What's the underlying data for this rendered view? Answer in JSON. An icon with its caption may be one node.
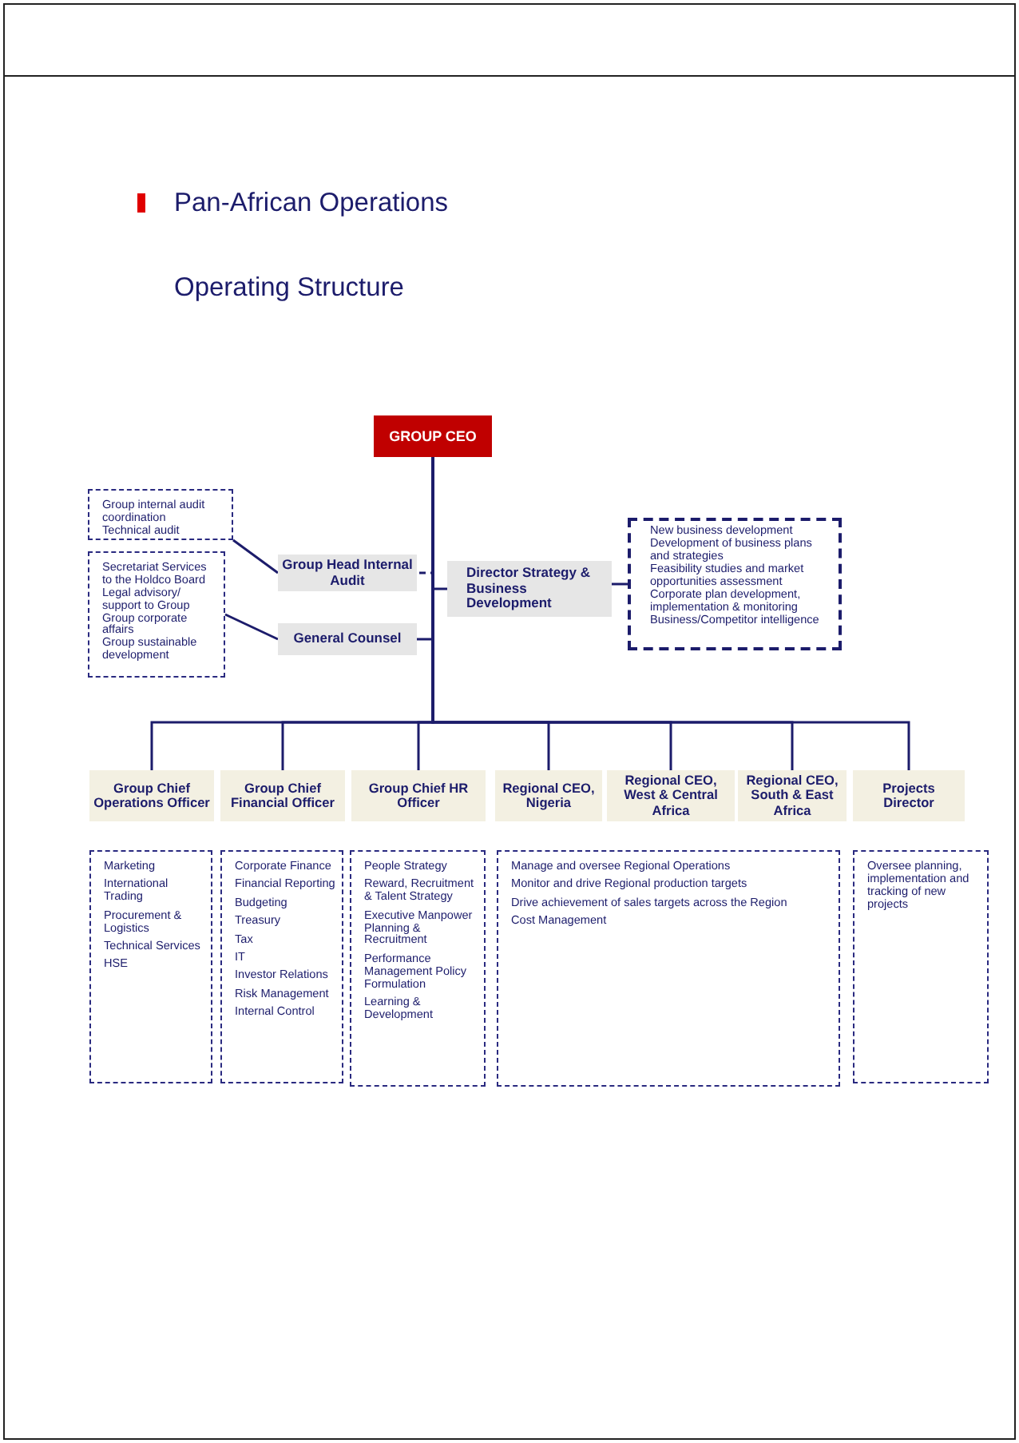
{
  "diagram": {
    "title": "Pan-African Operations",
    "nodes": [
      {
        "text": [
          "GROUP CEO"
        ]
      },
      {
        "text": [
          "Group internal audit coordination",
          "Technical audit"
        ]
      },
      {
        "text": [
          "Secretariat Services to the Holdco Board",
          "Legal advisory/ support to Group",
          "Group corporate affairs",
          "Group sustainable development"
        ]
      },
      {
        "text": [
          "Group Head Internal Audit"
        ]
      },
      {
        "text": [
          "General Counsel"
        ]
      },
      {
        "text": [
          "Director Strategy & Business Development"
        ]
      },
      {
        "text": [
          "New business development",
          "Development of business plans and strategies",
          "Feasibility studies and market opportunities assessment",
          "Corporate plan development, implementation & monitoring",
          "Business/Competitor intelligence"
        ]
      },
      {
        "text": [
          "Group Chief Operations Officer"
        ]
      },
      {
        "text": [
          "Group Chief Financial Officer"
        ]
      },
      {
        "text": [
          "Group Chief HR Officer"
        ]
      },
      {
        "text": [
          "Regional CEO, Nigeria"
        ]
      },
      {
        "text": [
          "Regional CEO, West & Central Africa"
        ]
      },
      {
        "text": [
          "Regional CEO, South & East Africa"
        ]
      },
      {
        "text": [
          "Projects Director"
        ]
      },
      {
        "text": [
          "Marketing",
          "International Trading",
          "Procurement & Logistics",
          "Technical Services",
          "HSE"
        ]
      },
      {
        "text": [
          "Corporate Finance",
          "Financial Reporting",
          "Budgeting",
          "Treasury",
          "Tax",
          "IT",
          "Investor Relations",
          "Risk Management",
          "Internal Control"
        ]
      },
      {
        "text": [
          "People Strategy",
          "Reward, Recruitment & Talent Strategy",
          "Executive Manpower Planning & Recruitment",
          "Performance Management Policy Formulation",
          "Learning & Development"
        ]
      },
      {
        "text": [
          "Manage and oversee Regional Operations",
          "Monitor and drive Regional production targets",
          "Drive achievement of sales targets across the Region",
          "Cost Management"
        ]
      },
      {
        "text": [
          "Oversee planning, implementation and tracking of new projects"
        ]
      }
    ],
    "edges": [
      {
        "from": 0,
        "to": 3,
        "arrow": "none",
        "style": "dashed"
      },
      {
        "from": 0,
        "to": 4,
        "arrow": "none"
      },
      {
        "from": 0,
        "to": 5,
        "arrow": "none"
      },
      {
        "from": 0,
        "to": 7,
        "arrow": "none"
      },
      {
        "from": 0,
        "to": 8,
        "arrow": "none"
      },
      {
        "from": 0,
        "to": 9,
        "arrow": "none"
      },
      {
        "from": 0,
        "to": 10,
        "arrow": "none"
      },
      {
        "from": 0,
        "to": 11,
        "arrow": "none"
      },
      {
        "from": 0,
        "to": 12,
        "arrow": "none"
      },
      {
        "from": 0,
        "to": 13,
        "arrow": "none"
      },
      {
        "from": 1,
        "to": 3,
        "arrow": "none"
      },
      {
        "from": 2,
        "to": 4,
        "arrow": "none"
      },
      {
        "from": 5,
        "to": 6,
        "arrow": "none"
      }
    ],
    "labels": [
      "Operating Structure"
    ]
  }
}
